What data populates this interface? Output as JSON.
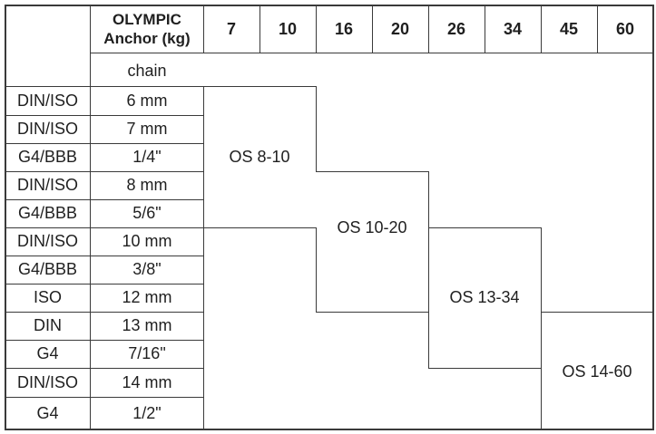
{
  "header": {
    "brand": "OLYMPIC",
    "anchor_label": "Anchor (kg)",
    "chain_label": "chain",
    "weights": [
      "7",
      "10",
      "16",
      "20",
      "26",
      "34",
      "45",
      "60"
    ]
  },
  "rows": [
    {
      "standard": "DIN/ISO",
      "size": "6 mm"
    },
    {
      "standard": "DIN/ISO",
      "size": "7 mm"
    },
    {
      "standard": "G4/BBB",
      "size": "1/4\""
    },
    {
      "standard": "DIN/ISO",
      "size": "8 mm"
    },
    {
      "standard": "G4/BBB",
      "size": "5/6\""
    },
    {
      "standard": "DIN/ISO",
      "size": "10 mm"
    },
    {
      "standard": "G4/BBB",
      "size": "3/8\""
    },
    {
      "standard": "ISO",
      "size": "12 mm"
    },
    {
      "standard": "DIN",
      "size": "13 mm"
    },
    {
      "standard": "G4",
      "size": "7/16\""
    },
    {
      "standard": "DIN/ISO",
      "size": "14 mm"
    },
    {
      "standard": "G4",
      "size": "1/2\""
    }
  ],
  "models": [
    {
      "label": "OS 8-10",
      "weights": [
        "7",
        "10"
      ],
      "sizes": [
        "6 mm",
        "7 mm",
        "1/4\"",
        "8 mm",
        "5/6\""
      ]
    },
    {
      "label": "OS 10-20",
      "weights": [
        "16",
        "20"
      ],
      "sizes": [
        "8 mm",
        "5/6\"",
        "10 mm",
        "3/8\"",
        "12 mm"
      ]
    },
    {
      "label": "OS 13-34",
      "weights": [
        "26",
        "34"
      ],
      "sizes": [
        "10 mm",
        "3/8\"",
        "12 mm",
        "13 mm",
        "7/16\""
      ]
    },
    {
      "label": "OS 14-60",
      "weights": [
        "45",
        "60"
      ],
      "sizes": [
        "13 mm",
        "7/16\"",
        "14 mm",
        "1/2\""
      ]
    }
  ]
}
